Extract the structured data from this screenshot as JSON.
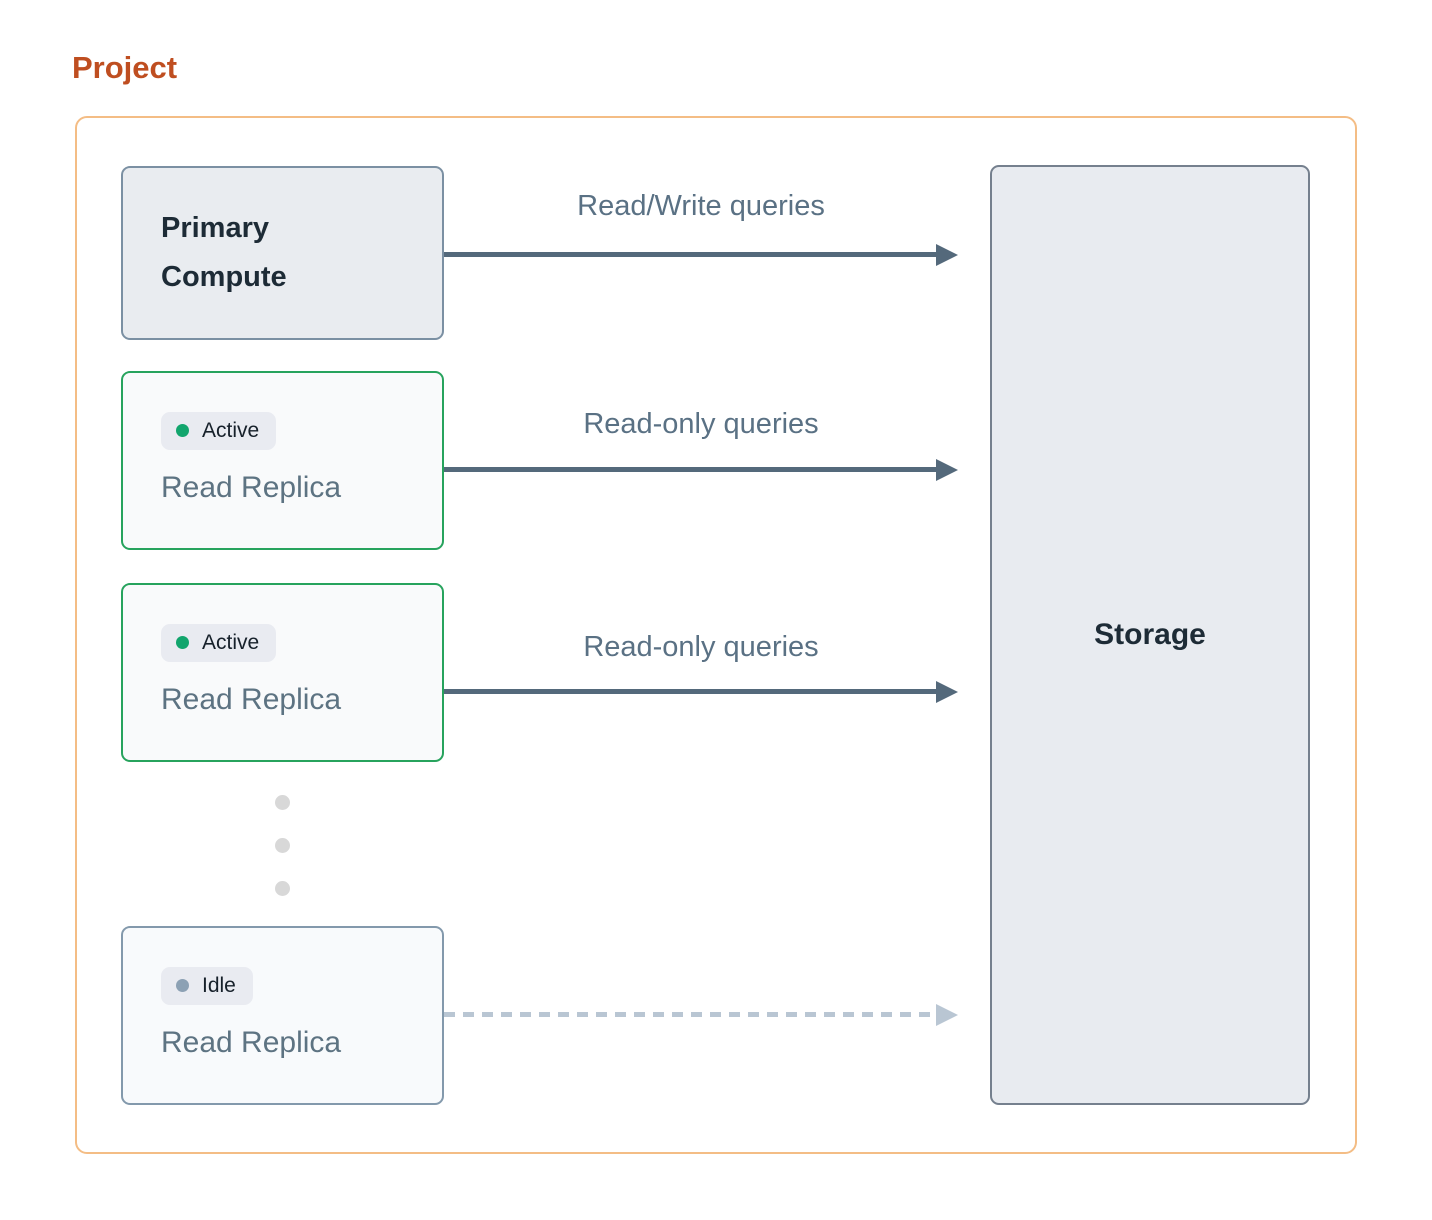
{
  "title": "Project",
  "nodes": {
    "primary": {
      "label": "Primary Compute"
    },
    "replica_active_1": {
      "status": "Active",
      "label": "Read Replica"
    },
    "replica_active_2": {
      "status": "Active",
      "label": "Read Replica"
    },
    "replica_idle": {
      "status": "Idle",
      "label": "Read Replica"
    },
    "storage": {
      "label": "Storage"
    }
  },
  "edges": {
    "primary_to_storage": {
      "label": "Read/Write queries",
      "style": "solid"
    },
    "replica1_to_storage": {
      "label": "Read-only queries",
      "style": "solid"
    },
    "replica2_to_storage": {
      "label": "Read-only queries",
      "style": "solid"
    },
    "idle_to_storage": {
      "label": "",
      "style": "dashed"
    }
  },
  "colors": {
    "title": "#bf4e20",
    "container_border": "#f4bd85",
    "active_border": "#27a35d",
    "active_dot": "#12a56d",
    "idle_dot": "#8ca1b4",
    "node_border": "#7b90a3",
    "node_bg": "#e9ecf0",
    "arrow_solid": "#54697b",
    "arrow_dashed": "#b9c6d3",
    "label_text": "#5a7184"
  }
}
